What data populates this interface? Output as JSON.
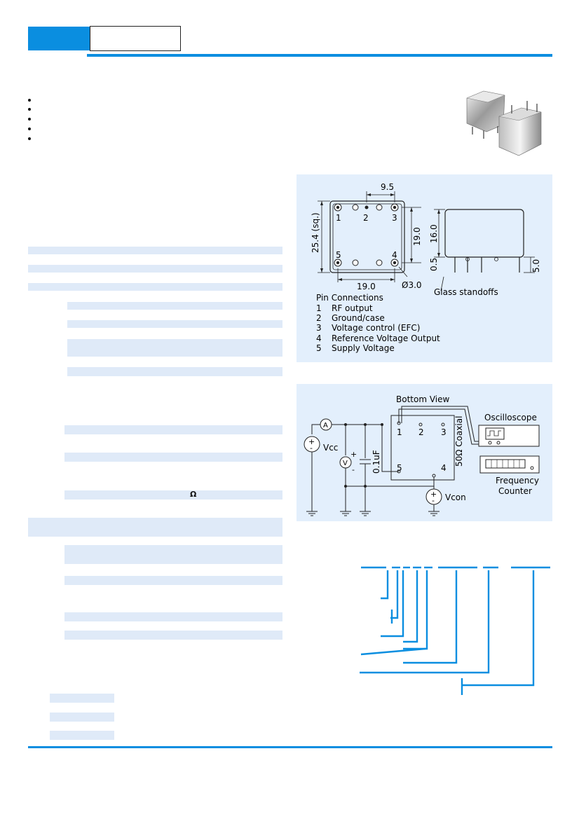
{
  "mechanical": {
    "dim_top": "9.5",
    "dim_side_left": "25.4 (sq.)",
    "dim_side_right": "19.0",
    "dim_bottom": "19.0",
    "dim_hole": "Ø3.0",
    "dim_height": "16.0",
    "dim_standoff": "0.5",
    "dim_pin": "5.0",
    "glass_label": "Glass standoffs",
    "pins": [
      "1",
      "2",
      "3",
      "4",
      "5"
    ],
    "pin_title": "Pin Connections",
    "pin_connections": [
      {
        "num": "1",
        "label": "RF output"
      },
      {
        "num": "2",
        "label": "Ground/case"
      },
      {
        "num": "3",
        "label": "Voltage control (EFC)"
      },
      {
        "num": "4",
        "label": "Reference Voltage Output"
      },
      {
        "num": "5",
        "label": "Supply Voltage"
      }
    ]
  },
  "circuit": {
    "bottom_view": "Bottom View",
    "coaxial": "50Ω Coaxial",
    "oscilloscope": "Oscilloscope",
    "freq_line1": "Frequency",
    "freq_line2": "Counter",
    "vcc": "Vcc",
    "vcon": "Vcon",
    "cap": "0.1uF",
    "ammeter": "A",
    "voltmeter": "V",
    "plus": "+",
    "minus": "-",
    "pins": [
      "1",
      "2",
      "3",
      "5",
      "4"
    ]
  },
  "table": {
    "omega": "Ω"
  }
}
